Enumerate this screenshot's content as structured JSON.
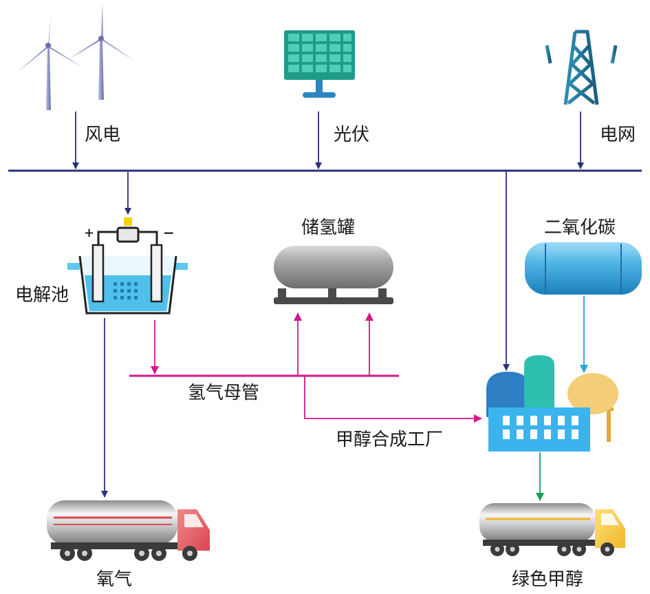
{
  "labels": {
    "wind": "风电",
    "solar": "光伏",
    "grid": "电网",
    "electrolyzer": "电解池",
    "h2_tank": "储氢罐",
    "co2": "二氧化碳",
    "h2_pipe": "氢气母管",
    "methanol_plant": "甲醇合成工厂",
    "oxygen": "氧气",
    "green_methanol": "绿色甲醇"
  },
  "colors": {
    "power_line": "#2a2f7a",
    "hydrogen": "#d4168a",
    "co2_flow": "#2aa6d8",
    "methanol_flow": "#19a05a"
  },
  "icons": [
    "wind-turbine-icon",
    "solar-panel-icon",
    "power-tower-icon",
    "electrolyzer-icon",
    "hydrogen-tank-icon",
    "co2-tank-icon",
    "factory-icon",
    "oxygen-truck-icon",
    "methanol-truck-icon"
  ]
}
